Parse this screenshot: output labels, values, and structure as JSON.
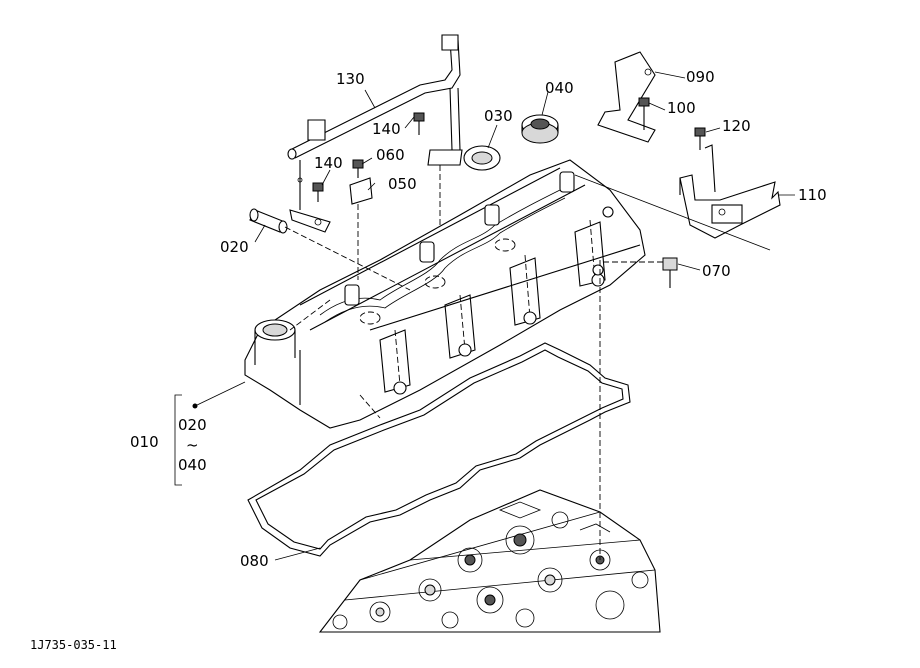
{
  "parts": [
    {
      "id": "p010",
      "label": "010"
    },
    {
      "id": "p020",
      "label": "020"
    },
    {
      "id": "p030",
      "label": "030"
    },
    {
      "id": "p040",
      "label": "040"
    },
    {
      "id": "p050",
      "label": "050"
    },
    {
      "id": "p060",
      "label": "060"
    },
    {
      "id": "p070",
      "label": "070"
    },
    {
      "id": "p080",
      "label": "080"
    },
    {
      "id": "p090",
      "label": "090"
    },
    {
      "id": "p100",
      "label": "100"
    },
    {
      "id": "p110",
      "label": "110"
    },
    {
      "id": "p120",
      "label": "120"
    },
    {
      "id": "p130",
      "label": "130"
    },
    {
      "id": "p140a",
      "label": "140"
    },
    {
      "id": "p140b",
      "label": "140"
    }
  ],
  "range": {
    "from": "020",
    "tilde": "~",
    "to": "040"
  },
  "drawing_code": "1J735-035-11"
}
